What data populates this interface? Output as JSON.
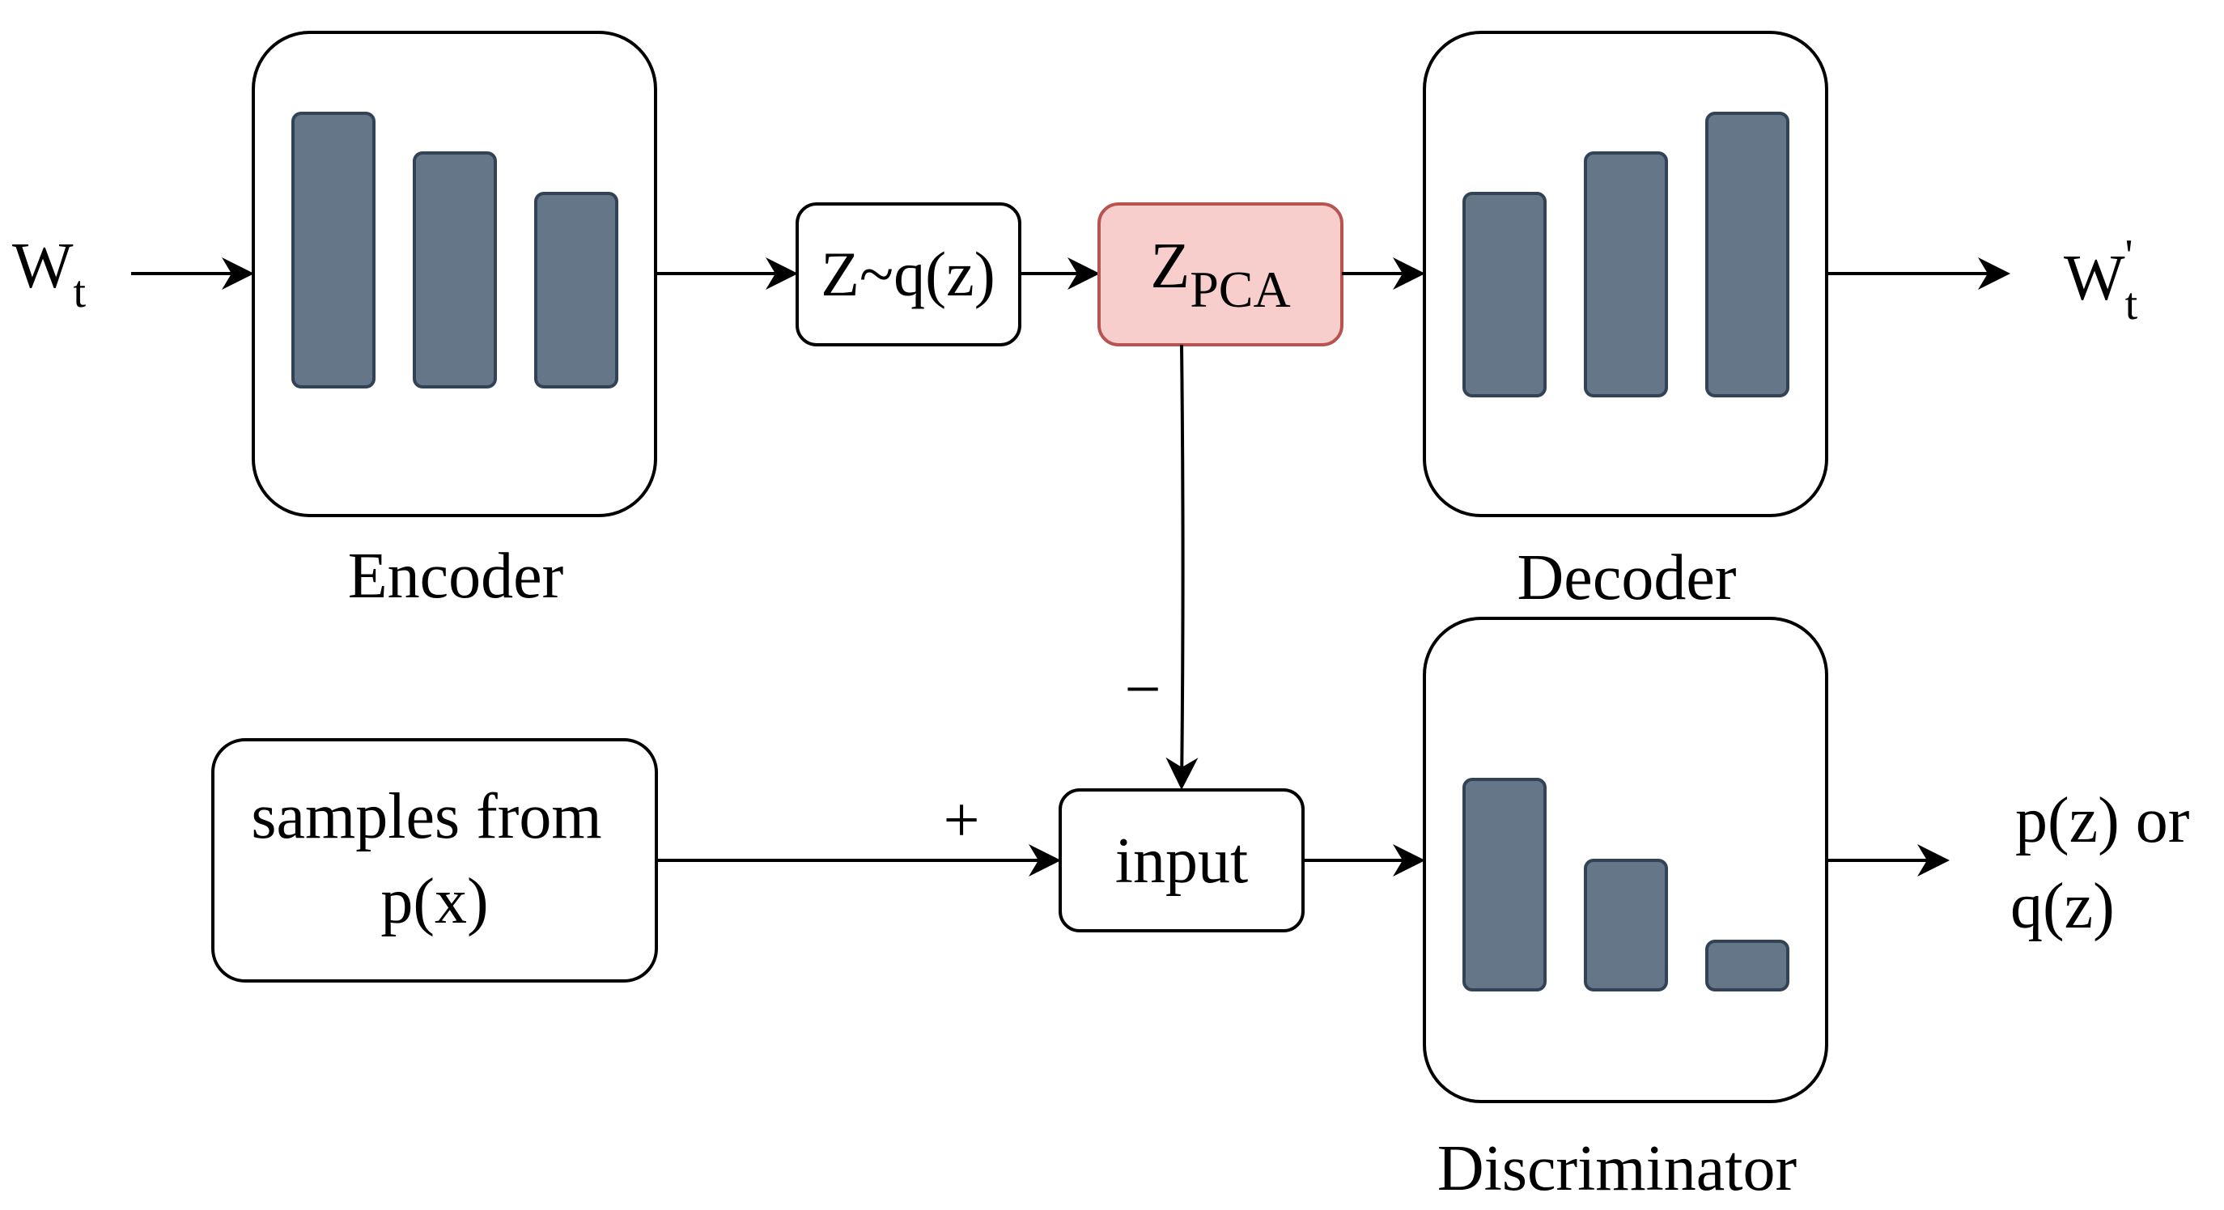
{
  "input": {
    "base": "W",
    "sub": "t"
  },
  "output": {
    "base": "W",
    "prime": "'",
    "sub": "t"
  },
  "encoder": {
    "label": "Encoder"
  },
  "sampler": {
    "label": "Z~q(z)"
  },
  "latent_pca": {
    "base": "Z",
    "sub": "PCA"
  },
  "decoder": {
    "label": "Decoder"
  },
  "prior_samples": {
    "line1": "samples from",
    "line2": "p(x)"
  },
  "disc_input": {
    "label": "input"
  },
  "discriminator": {
    "label": "Discriminator"
  },
  "disc_output": {
    "line1": "p(z) or",
    "line2": "q(z)"
  },
  "signs": {
    "minus": "−",
    "plus": "+"
  },
  "colors": {
    "stroke": "#000000",
    "layer_fill": "#647687",
    "layer_stroke": "#314354",
    "pca_fill": "#f8cecc",
    "pca_stroke": "#b85450",
    "box_fill": "#ffffff"
  }
}
